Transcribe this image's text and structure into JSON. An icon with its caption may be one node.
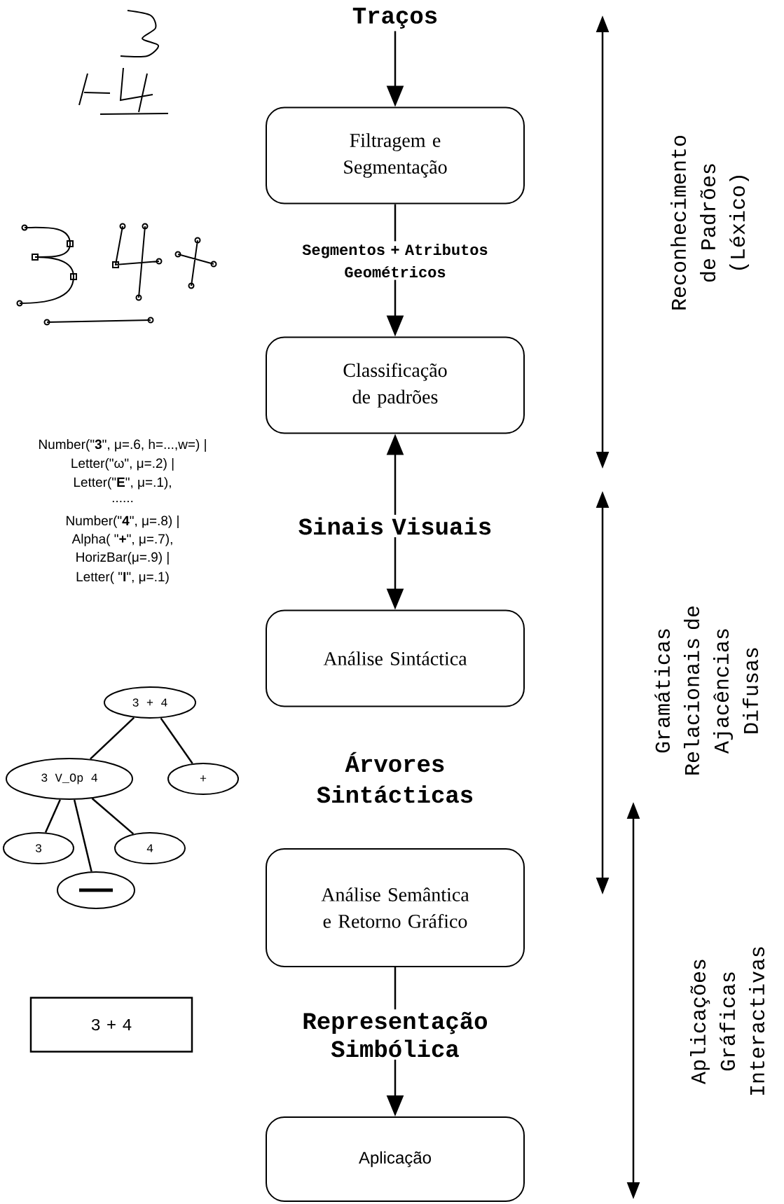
{
  "diagram": {
    "nodes": [
      {
        "text": [
          "Traços"
        ]
      },
      {
        "text": [
          "Filtragem e Segmentação"
        ]
      },
      {
        "text": [
          "Segmentos + Atributos Geométricos"
        ]
      },
      {
        "text": [
          "Classificação de padrões"
        ]
      },
      {
        "text": [
          "Sinais Visuais"
        ]
      },
      {
        "text": [
          "Análise Sintáctica"
        ]
      },
      {
        "text": [
          "Análise Semântica e Retorno Gráfico"
        ]
      },
      {
        "text": [
          "Representação Simbólica"
        ]
      },
      {
        "text": [
          "Aplicação"
        ]
      },
      {
        "text": [
          "3 + 4"
        ]
      },
      {
        "text": [
          "3 V_Op 4"
        ]
      },
      {
        "text": [
          "+"
        ]
      },
      {
        "text": [
          "3"
        ]
      },
      {
        "text": [
          "4"
        ]
      },
      {
        "text": [],
        "shape": "ellipse"
      },
      {
        "text": [
          "3 + 4"
        ]
      }
    ],
    "edges": [
      {
        "from": 0,
        "to": 1,
        "arrow": "to"
      },
      {
        "from": 1,
        "to": 2,
        "arrow": "none"
      },
      {
        "from": 2,
        "to": 3,
        "arrow": "to"
      },
      {
        "from": 4,
        "to": 3,
        "arrow": "to"
      },
      {
        "from": 4,
        "to": 5,
        "arrow": "to"
      },
      {
        "from": 6,
        "to": 7,
        "arrow": "none"
      },
      {
        "from": 7,
        "to": 8,
        "arrow": "to"
      },
      {
        "from": 9,
        "to": 10,
        "arrow": "none"
      },
      {
        "from": 9,
        "to": 11,
        "arrow": "none"
      },
      {
        "from": 10,
        "to": 12,
        "arrow": "none"
      },
      {
        "from": 10,
        "to": 14,
        "arrow": "none"
      },
      {
        "from": 10,
        "to": 13,
        "arrow": "none"
      }
    ],
    "labels": [
      "Number(\"**3**\", μ=.6, h=...,w=) |",
      "Letter(\"ω\", μ=.2) |",
      "Letter(\"**E**\", μ=.1),",
      "......",
      "Number(\"**4**\", μ=.8) |",
      "Alpha( \"**+**\", μ=.7),",
      "HorizBar(μ=.9) |",
      "Letter( \"**I**\", μ=.1)",
      "Árvores Sintácticas",
      "Reconhecimento de Padrões (Léxico)",
      "Gramáticas Relacionais de Ajacências Difusas",
      "Aplicações Gráficas Interactivas"
    ]
  }
}
